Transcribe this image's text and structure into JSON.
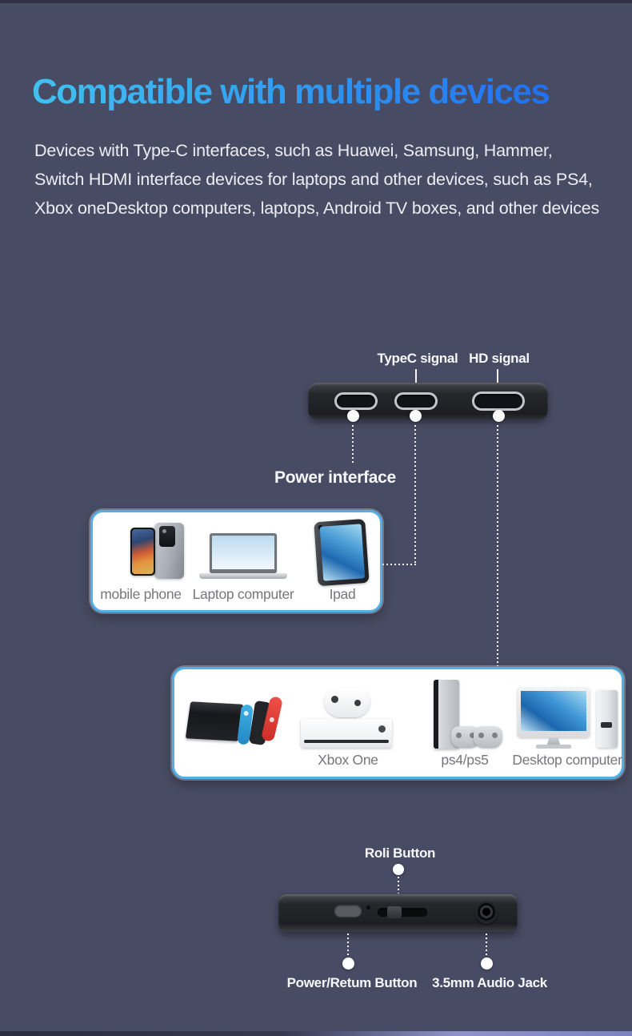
{
  "page": {
    "title": "Compatible with multiple devices",
    "intro_lines": [
      "Devices with Type-C interfaces, such as Huawei, Samsung, Hammer,",
      "Switch HDMI interface devices for laptops and other devices, such as PS4,",
      "Xbox oneDesktop computers, laptops, Android TV boxes, and other devices"
    ],
    "colors": {
      "background": "#474b63",
      "title_gradient_start": "#41c1f0",
      "title_gradient_end": "#2170f0",
      "callout_border": "#52b0e8",
      "body_text": "#eceef4",
      "caption_text": "#76777b"
    }
  },
  "ports_diagram": {
    "typec_label": "TypeC signal",
    "hd_label": "HD signal",
    "power_label": "Power interface"
  },
  "typec_box": {
    "items": [
      {
        "icon": "smartphone-image",
        "label": "mobile phone"
      },
      {
        "icon": "laptop-image",
        "label": "Laptop computer"
      },
      {
        "icon": "tablet-image",
        "label": "Ipad"
      }
    ]
  },
  "hd_box": {
    "items": [
      {
        "icon": "nintendo-switch-image",
        "label": ""
      },
      {
        "icon": "xbox-one-image",
        "label": "Xbox One"
      },
      {
        "icon": "playstation-image",
        "label": "ps4/ps5"
      },
      {
        "icon": "desktop-computer-image",
        "label": "Desktop computer"
      }
    ]
  },
  "bottom_diagram": {
    "roli_label": "Roli Button",
    "power_return_label": "Power/Retum Button",
    "audio_jack_label": "3.5mm Audio Jack"
  }
}
